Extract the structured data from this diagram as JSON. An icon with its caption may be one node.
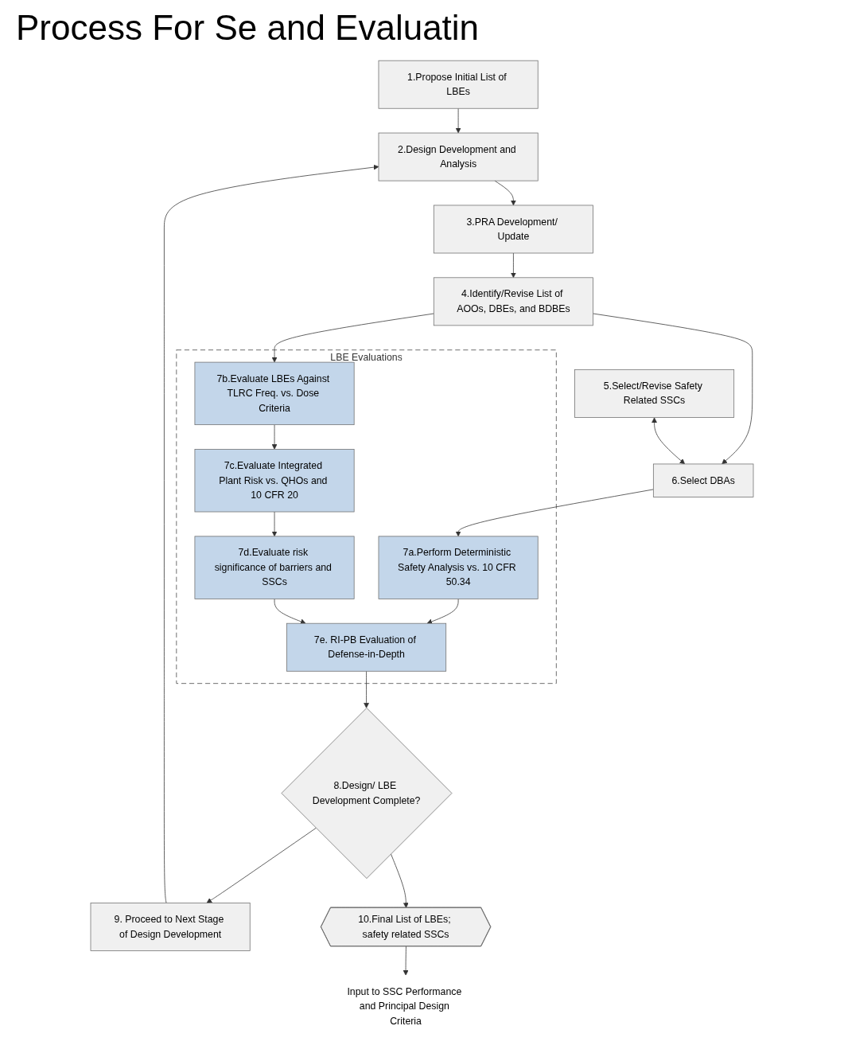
{
  "diagram": {
    "title": "Process For Se and Evaluatin",
    "nodes": [
      {
        "text": [
          "1.Propose Initial List of LBEs"
        ]
      },
      {
        "text": [
          "2.Design Development and Analysis"
        ]
      },
      {
        "text": [
          "3.PRA Development/ Update"
        ]
      },
      {
        "text": [
          "4.Identify/Revise List of AOOs, DBEs, and BDBEs"
        ]
      },
      {
        "text": [
          "5.Select/Revise Safety Related SSCs"
        ]
      },
      {
        "text": [
          "6.Select DBAs"
        ]
      },
      {
        "text": [
          "LBE Evaluations"
        ]
      },
      {
        "text": [
          "7a.Perform Deterministic Safety Analysis vs. 10 CFR 50.34"
        ],
        "in": 6
      },
      {
        "text": [
          "7b.Evaluate LBEs Against TLRC Freq. vs. Dose Criteria"
        ],
        "in": 6
      },
      {
        "text": [
          "7c.Evaluate Integrated Plant Risk vs. QHOs and 10 CFR 20"
        ],
        "in": 6
      },
      {
        "text": [
          "7d.Evaluate risk significance of barriers and SSCs"
        ],
        "in": 6
      },
      {
        "text": [
          "7e. RI-PB Evaluation of Defense-in-Depth"
        ],
        "in": 6
      },
      {
        "text": [
          "8.Design/ LBE Development Complete?"
        ]
      },
      {
        "text": [
          "9. Proceed to Next Stage of Design Development"
        ]
      },
      {
        "text": [
          "10.Final List of LBEs; safety related SSCs"
        ]
      },
      {
        "text": [
          "Input to SSC Performance and Principal Design Criteria"
        ]
      }
    ],
    "edges": [
      {
        "from": 0,
        "to": 1,
        "arrow": "to"
      },
      {
        "from": 1,
        "to": 2,
        "arrow": "to"
      },
      {
        "from": 2,
        "to": 3,
        "arrow": "to"
      },
      {
        "from": 3,
        "to": 8,
        "arrow": "to"
      },
      {
        "from": 3,
        "to": 5,
        "arrow": "to"
      },
      {
        "from": 4,
        "to": 5,
        "arrow": "both"
      },
      {
        "from": 5,
        "to": 7,
        "arrow": "to"
      },
      {
        "from": 8,
        "to": 9,
        "arrow": "to"
      },
      {
        "from": 9,
        "to": 10,
        "arrow": "to"
      },
      {
        "from": 7,
        "to": 11,
        "arrow": "to"
      },
      {
        "from": 10,
        "to": 11,
        "arrow": "to"
      },
      {
        "from": 11,
        "to": 12,
        "arrow": "to"
      },
      {
        "from": 12,
        "to": 13,
        "arrow": "to"
      },
      {
        "from": 12,
        "to": 14,
        "arrow": "to"
      },
      {
        "from": 14,
        "to": 15,
        "arrow": "to"
      },
      {
        "from": 13,
        "to": 1,
        "arrow": "to"
      }
    ]
  }
}
